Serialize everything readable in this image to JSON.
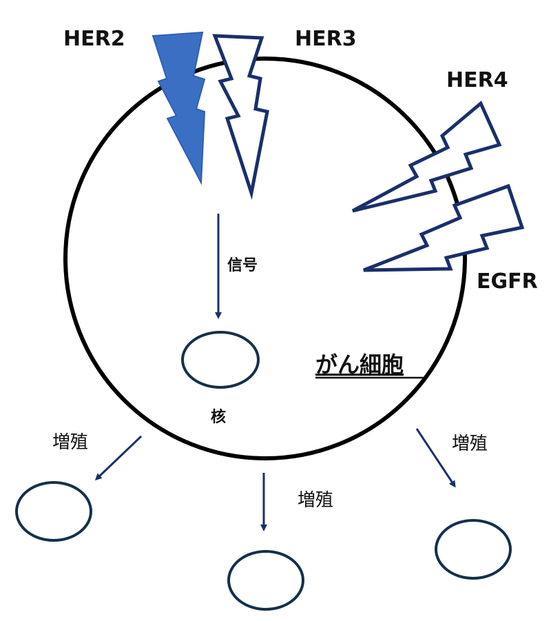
{
  "receptors": {
    "her2": "HER2",
    "her3": "HER3",
    "her4": "HER4",
    "egfr": "EGFR"
  },
  "signal_label": "信号",
  "nucleus_label": "核",
  "cell_label": "がん細胞",
  "proliferation_labels": [
    "増殖",
    "増殖",
    "増殖"
  ],
  "colors": {
    "her2_fill": "#3a6fc4",
    "receptor_outline": "#1a2f6b",
    "arrow": "#1a2f6b",
    "cell_outline": "#000000",
    "nucleus_outline": "#14304a"
  }
}
